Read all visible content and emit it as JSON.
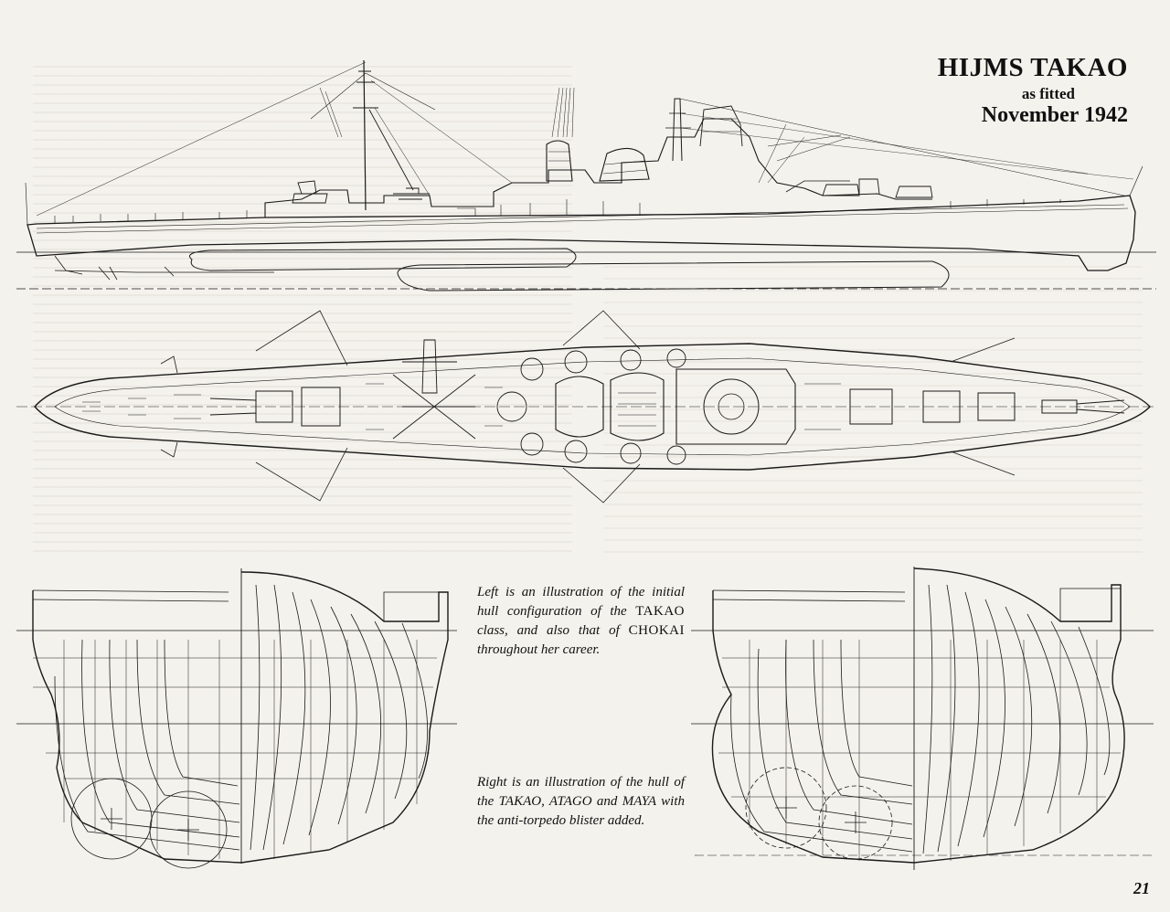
{
  "header": {
    "title": "HIJMS TAKAO",
    "subtitle": "as fitted",
    "date": "November 1942"
  },
  "captions": {
    "left": {
      "part1": "Left is an illustration of the initial hull configuration of the ",
      "ship1": "TAKAO",
      "part2": " class, and also that of ",
      "ship2": "CHOKAI",
      "part3": " throughout her career."
    },
    "right": {
      "part1": "Right is an illustration of the hull of the TAKAO, ATAGO and MAYA with the anti-torpedo blister added."
    }
  },
  "footer": {
    "page_number": "21"
  },
  "colors": {
    "paper": "#f4f2ec",
    "ink": "#111111",
    "bleed_through": "#d6d3cb"
  },
  "icons": [
    "ship-side-profile-drawing",
    "ship-deck-plan-drawing",
    "hull-section-original-drawing",
    "hull-section-blister-drawing"
  ]
}
